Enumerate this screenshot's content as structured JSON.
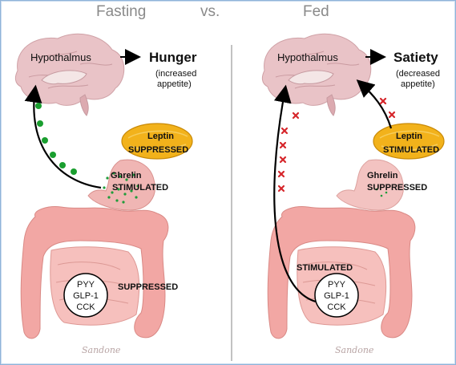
{
  "header": {
    "left": "Fasting",
    "vs": "vs.",
    "right": "Fed"
  },
  "left": {
    "hypothalamus": "Hypothalmus",
    "outcome": "Hunger",
    "outcome_note_1": "(increased",
    "outcome_note_2": "appetite)",
    "leptin": "Leptin",
    "leptin_state": "SUPPRESSED",
    "ghrelin": "Ghrelin",
    "ghrelin_state": "STIMULATED",
    "gut_hormones": [
      "PYY",
      "GLP-1",
      "CCK"
    ],
    "gut_state": "SUPPRESSED",
    "signature": "Sandone"
  },
  "right": {
    "hypothalamus": "Hypothalmus",
    "outcome": "Satiety",
    "outcome_note_1": "(decreased",
    "outcome_note_2": "appetite)",
    "leptin": "Leptin",
    "leptin_state": "STIMULATED",
    "ghrelin": "Ghrelin",
    "ghrelin_state": "SUPPRESSED",
    "gut_hormones": [
      "PYY",
      "GLP-1",
      "CCK"
    ],
    "gut_state": "STIMULATED",
    "signature": "Sandone"
  },
  "colors": {
    "brain": "#e9c3c7",
    "intestine": "#f2a7a4",
    "leptin": "#f2b21b",
    "ghrelin_dot": "#1f9c3a",
    "green_dot": "#1a9e2f",
    "red_x": "#d6262b",
    "divider": "#9a9a9a"
  }
}
